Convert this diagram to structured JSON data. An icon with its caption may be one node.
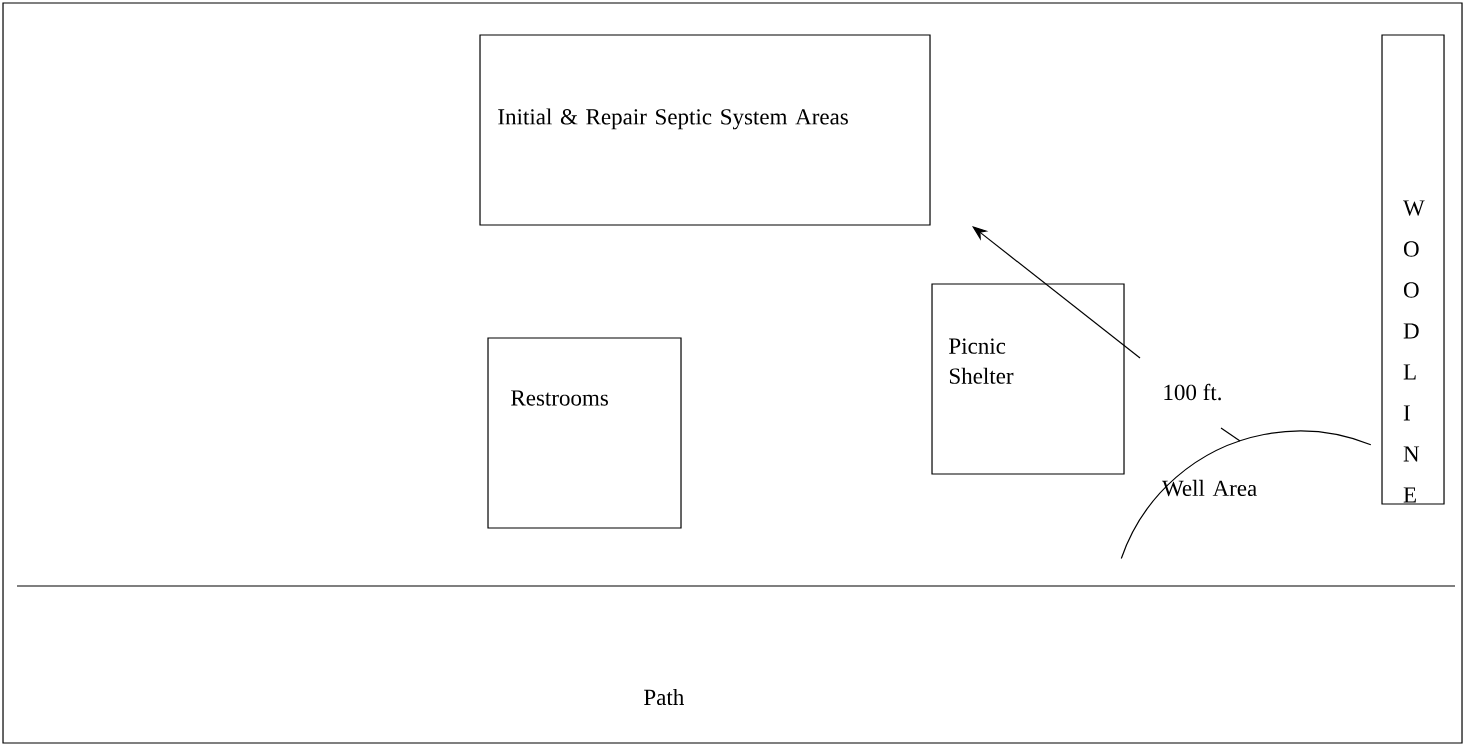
{
  "diagram": {
    "nodes": [
      {
        "text": [
          "Initial & Repair Septic System Areas"
        ]
      },
      {
        "text": [
          "Restrooms"
        ]
      },
      {
        "text": [
          "Picnic Shelter"
        ]
      },
      {
        "text": [
          "W O O D L I N E"
        ]
      },
      {
        "text": [
          "Well Area"
        ]
      }
    ],
    "labels": [
      "100 ft.",
      "Path"
    ]
  }
}
